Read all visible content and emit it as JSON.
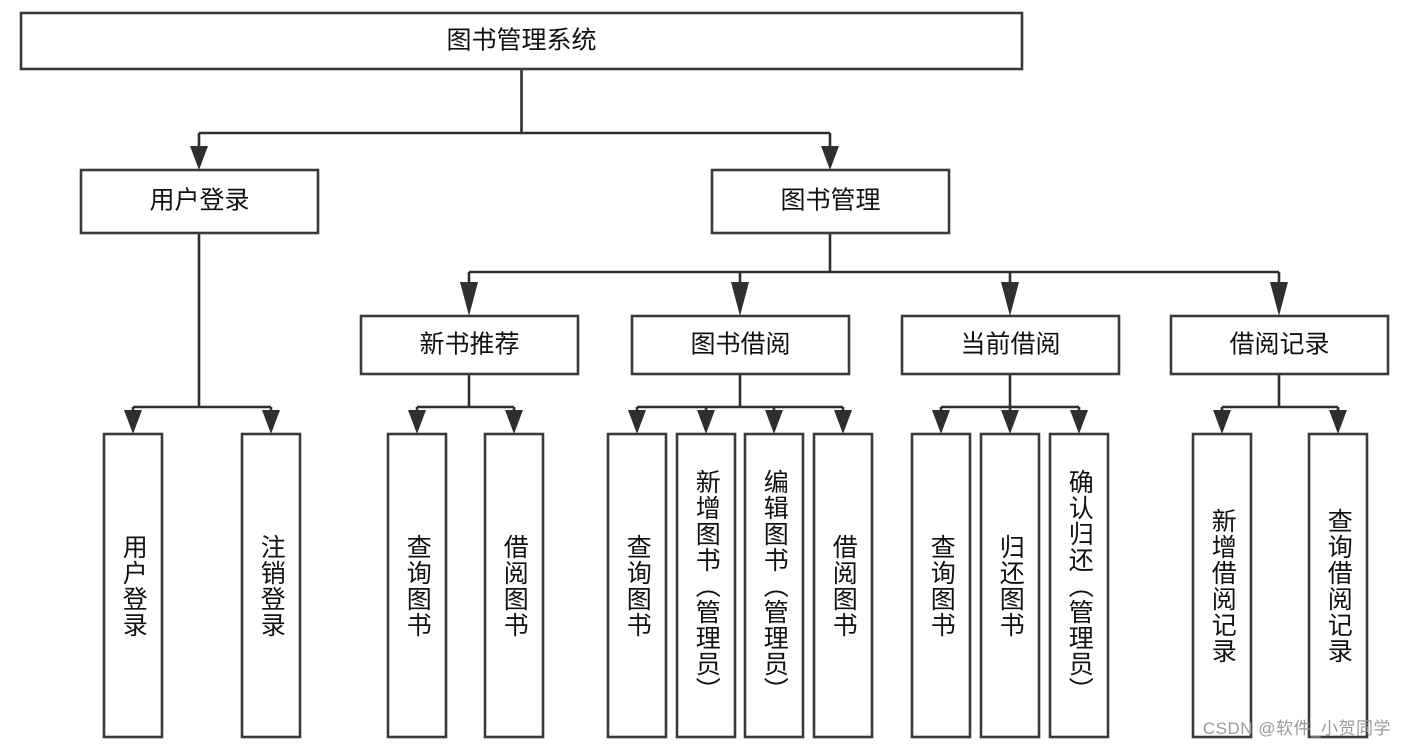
{
  "diagram": {
    "title": "图书管理系统",
    "type": "hierarchy-tree",
    "orientation": "top-down",
    "levels": 4,
    "root": {
      "id": "root",
      "label": "图书管理系统",
      "orientation": "horizontal"
    },
    "level2": [
      {
        "id": "user-login",
        "label": "用户登录",
        "orientation": "horizontal"
      },
      {
        "id": "book-manage",
        "label": "图书管理",
        "orientation": "horizontal"
      }
    ],
    "level3": [
      {
        "id": "new-book-rec",
        "label": "新书推荐",
        "orientation": "horizontal",
        "parent": "book-manage"
      },
      {
        "id": "book-borrow",
        "label": "图书借阅",
        "orientation": "horizontal",
        "parent": "book-manage"
      },
      {
        "id": "current-borrow",
        "label": "当前借阅",
        "orientation": "horizontal",
        "parent": "book-manage"
      },
      {
        "id": "borrow-record",
        "label": "借阅记录",
        "orientation": "horizontal",
        "parent": "book-manage"
      }
    ],
    "leaves": {
      "user-login": [
        {
          "id": "leaf-user-login",
          "label": "用户登录",
          "orientation": "vertical"
        },
        {
          "id": "leaf-user-logout",
          "label": "注销登录",
          "orientation": "vertical"
        }
      ],
      "new-book-rec": [
        {
          "id": "leaf-query-book-1",
          "label": "查询图书",
          "orientation": "vertical"
        },
        {
          "id": "leaf-borrow-book-1",
          "label": "借阅图书",
          "orientation": "vertical"
        }
      ],
      "book-borrow": [
        {
          "id": "leaf-query-book-2",
          "label": "查询图书",
          "orientation": "vertical"
        },
        {
          "id": "leaf-add-book",
          "label": "新增图书（管理员）",
          "orientation": "vertical"
        },
        {
          "id": "leaf-edit-book",
          "label": "编辑图书（管理员）",
          "orientation": "vertical"
        },
        {
          "id": "leaf-borrow-book-2",
          "label": "借阅图书",
          "orientation": "vertical"
        }
      ],
      "current-borrow": [
        {
          "id": "leaf-query-book-3",
          "label": "查询图书",
          "orientation": "vertical"
        },
        {
          "id": "leaf-return-book",
          "label": "归还图书",
          "orientation": "vertical"
        },
        {
          "id": "leaf-confirm-return",
          "label": "确认归还（管理员）",
          "orientation": "vertical"
        }
      ],
      "borrow-record": [
        {
          "id": "leaf-add-record",
          "label": "新增借阅记录",
          "orientation": "vertical"
        },
        {
          "id": "leaf-query-record",
          "label": "查询借阅记录",
          "orientation": "vertical"
        }
      ]
    },
    "colors": {
      "box_fill": "#ffffff",
      "box_stroke": "#3a3a3a",
      "connector": "#2f2f2f",
      "text": "#111111",
      "watermark": "#9a9a9a",
      "background": "#ffffff"
    }
  },
  "watermark": {
    "text": "CSDN @软件_小贺同学"
  }
}
